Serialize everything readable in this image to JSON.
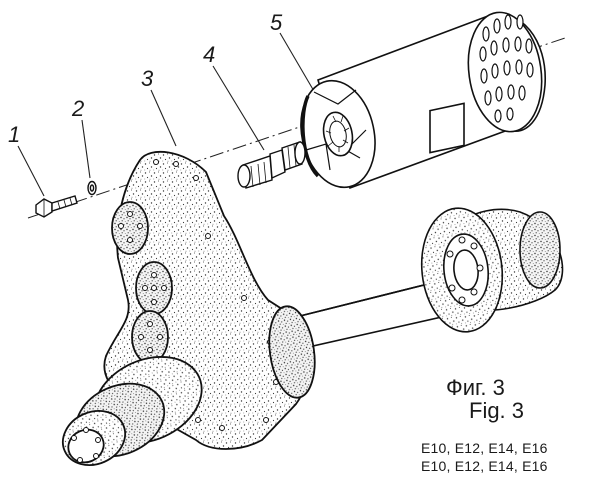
{
  "callouts": [
    "1",
    "2",
    "3",
    "4",
    "5"
  ],
  "caption": {
    "figure_ru": "Фиг. 3",
    "figure_en": "Fig. 3",
    "models_line_1": "E10, E12, E14, E16",
    "models_line_2": "E10, E12, E14, E16"
  }
}
